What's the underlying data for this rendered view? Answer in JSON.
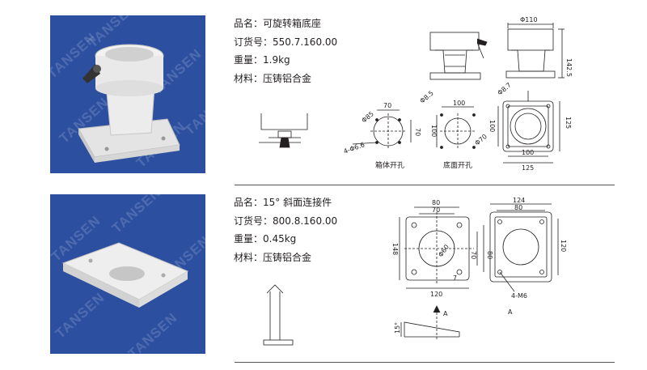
{
  "products": [
    {
      "name": "品名：可旋转箱底座",
      "order_no": "订货号：550.7.160.00",
      "weight": "重量：1.9kg",
      "material": "材料：压铸铝合金",
      "watermark": "TANSEN",
      "dims": {
        "top_width": "Φ110",
        "height": "142.5",
        "bolt_circle": "Φ8.5",
        "top_pitch_h": "70",
        "top_pitch_v": "70",
        "hole_dia": "Φ85",
        "hole_spec": "4-Φ6.6",
        "base_pitch_h": "100",
        "base_pitch_v": "100",
        "base_hole": "Φ70",
        "plan_dia": "Φ8.7",
        "plan_pitch_v": "100",
        "plan_total_v": "125",
        "plan_pitch_h": "100",
        "plan_total_h": "125",
        "label_box": "箱体开孔",
        "label_base": "底面开孔"
      }
    },
    {
      "name": "品名：15° 斜面连接件",
      "order_no": "订货号：800.8.160.00",
      "weight": "重量：0.45kg",
      "material": "材料：压铸铝合金",
      "watermark": "TANSEN",
      "dims": {
        "top_w1": "80",
        "top_w2": "70",
        "left_h": "148",
        "hole_dia": "Φ60",
        "pitch_70": "70",
        "pitch_80": "80",
        "bottom_w": "120",
        "dim_7": "7",
        "r_top_w1": "124",
        "r_top_w2": "80",
        "r_right_h": "120",
        "thread": "4-M6",
        "angle": "15°",
        "section": "A"
      }
    }
  ]
}
